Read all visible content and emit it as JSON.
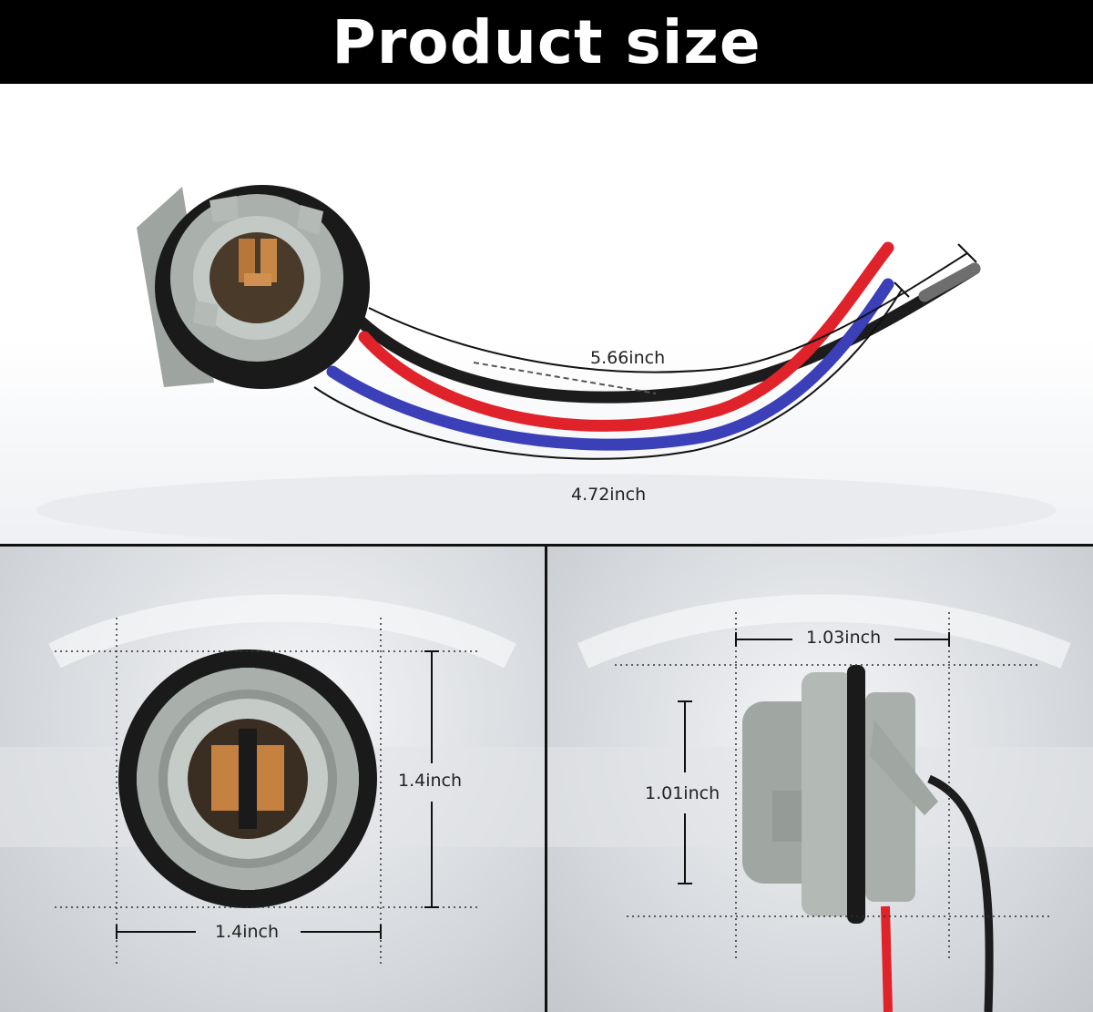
{
  "header": {
    "title": "Product size"
  },
  "dimensions": {
    "total_wire_length": "5.66inch",
    "wire_length": "4.72inch",
    "front_height": "1.4inch",
    "front_width": "1.4inch",
    "side_width": "1.03inch",
    "side_height": "1.01inch"
  },
  "colors": {
    "banner": "#000000",
    "wire_red": "#e0222b",
    "wire_blue": "#3b3fb8",
    "wire_black": "#1c1c1c",
    "wire_gray": "#6e6e6e",
    "socket_gray": "#a9b0ab",
    "seal_black": "#1a1a1a",
    "contact_copper": "#b8773a"
  }
}
